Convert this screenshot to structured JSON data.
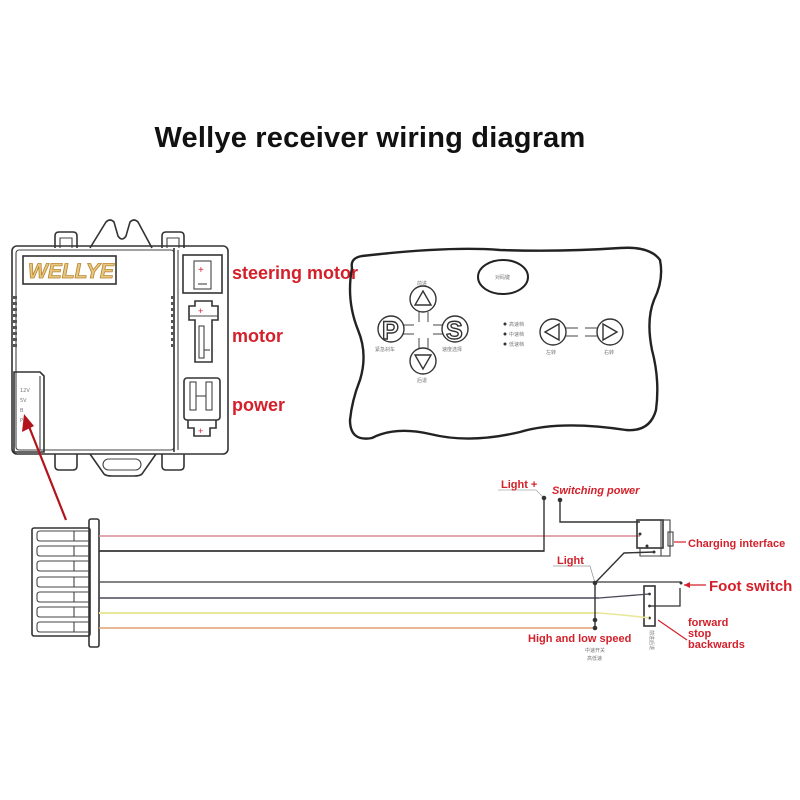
{
  "title": "Wellye receiver wiring diagram",
  "receiver": {
    "brand": "WELLYE",
    "ports": [
      {
        "label": "steering motor"
      },
      {
        "label": "motor"
      },
      {
        "label": "power"
      }
    ],
    "plus_sign": "+",
    "minus_sign": "−",
    "pin_labels": [
      "12V",
      "5V",
      "B",
      "P"
    ]
  },
  "remote": {
    "center_button_label": "对码键",
    "buttons": {
      "up": {
        "glyph": "△",
        "caption": "前进"
      },
      "down": {
        "glyph": "▽",
        "caption": "后退"
      },
      "park": {
        "glyph": "P",
        "caption": "紧急刹车"
      },
      "speed": {
        "glyph": "S",
        "caption": "速度选择"
      },
      "left": {
        "glyph": "◁",
        "caption": "左转"
      },
      "right": {
        "glyph": "▷",
        "caption": "右转"
      }
    },
    "speed_indicators": [
      "高速档",
      "中速档",
      "低速档"
    ]
  },
  "wiring": {
    "wires": [
      {
        "name": "wire-1",
        "color": "#d88a90"
      },
      {
        "name": "wire-2",
        "color": "#4a4a4a"
      },
      {
        "name": "wire-3",
        "color": "#5a5a5a"
      },
      {
        "name": "wire-4",
        "color": "#4a4a5a"
      },
      {
        "name": "wire-5",
        "color": "#e8e89a"
      },
      {
        "name": "wire-6",
        "color": "#e0a070"
      }
    ],
    "labels": {
      "light_plus": "Light +",
      "switching_power": "Switching power",
      "charging_interface": "Charging interface",
      "light": "Light",
      "foot_switch": "Foot switch",
      "high_low_speed": "High and low speed",
      "high_low_speed_cn_1": "中速开关",
      "high_low_speed_cn_2": "高低速",
      "direction_lines": [
        "forward",
        "stop",
        "backwards"
      ],
      "direction_cn": "前进后退"
    }
  },
  "colors": {
    "label_red": "#d4202a",
    "brand_gold": "#c89a3c",
    "outline": "#333333",
    "arrow": "#b3141c"
  }
}
